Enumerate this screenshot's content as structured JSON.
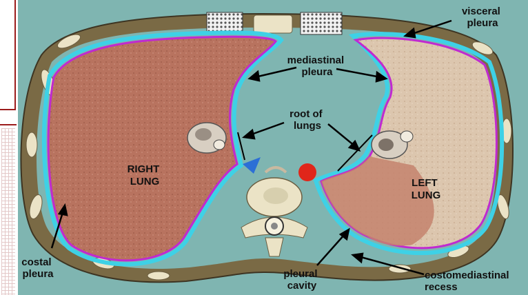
{
  "labels": {
    "visceral_pleura": [
      "visceral",
      "pleura"
    ],
    "mediastinal_pleura": [
      "mediastinal",
      "pleura"
    ],
    "root_of_lungs": [
      "root of",
      "lungs"
    ],
    "right_lung": [
      "RIGHT",
      "LUNG"
    ],
    "left_lung": [
      "LEFT",
      "LUNG"
    ],
    "costal_pleura": [
      "costal",
      "pleura"
    ],
    "pleural_cavity": [
      "pleural",
      "cavity"
    ],
    "costomediastinal_recess": [
      "costomediastinal",
      "recess"
    ]
  },
  "colors": {
    "background": "#7fb5b1",
    "body_wall": "#7a6a45",
    "right_lung": "#b8735f",
    "left_lung": "#d9c2aa",
    "parietal_pleura": "#3ed1e6",
    "visceral_pleura": "#c02ad0",
    "aorta": "#e0261a",
    "vein": "#2c6fd6",
    "bone": "#ebe3c6"
  }
}
